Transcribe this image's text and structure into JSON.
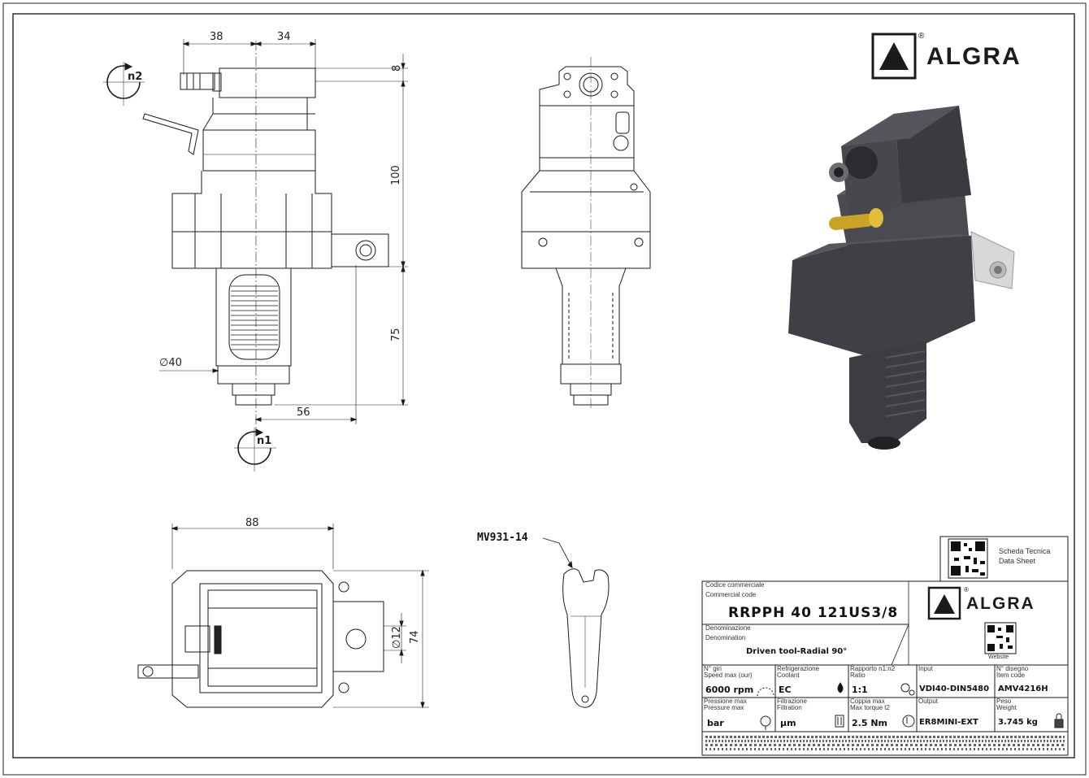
{
  "brand": {
    "name": "ALGRA",
    "registered": "®"
  },
  "dimensions": {
    "d38": "38",
    "d34": "34",
    "d8": "8",
    "d100": "100",
    "d75": "75",
    "d40": "∅40",
    "d56": "56",
    "d88": "88",
    "d12": "∅12",
    "d74": "74"
  },
  "rotation": {
    "n1": "n1",
    "n2": "n2"
  },
  "wrench": {
    "label": "MV931-14"
  },
  "datasheet": {
    "line1": "Scheda Tecnica",
    "line2": "Data Sheet"
  },
  "website": {
    "label": "Website"
  },
  "title_block": {
    "commercial_code_label_it": "Codice commerciale",
    "commercial_code_label_en": "Commercial code",
    "commercial_code": "RRPPH 40 121US3/8",
    "denomination_label_it": "Denominazione",
    "denomination_label_en": "Denomination",
    "denomination": "Driven tool-Radial 90°",
    "cells": [
      {
        "label_it": "N° giri",
        "label_en": "Speed max (our)",
        "value": "6000 rpm",
        "icon": "speed-gauge-icon"
      },
      {
        "label_it": "Refrigerazione",
        "label_en": "Coolant",
        "value": "EC",
        "icon": "coolant-drop-icon"
      },
      {
        "label_it": "Rapporto n1:n2",
        "label_en": "Ratio",
        "value": "1:1",
        "icon": "gears-icon"
      },
      {
        "label_it": "Input",
        "label_en": "",
        "value": "VDI40-DIN5480",
        "icon": ""
      },
      {
        "label_it": "N° disegno",
        "label_en": "Item code",
        "value": "AMV4216H",
        "icon": ""
      },
      {
        "label_it": "Pressione max",
        "label_en": "Pressure max",
        "value": "bar",
        "icon": "pressure-gauge-icon"
      },
      {
        "label_it": "Filtrazione",
        "label_en": "Filtration",
        "value": "µm",
        "icon": "filter-icon"
      },
      {
        "label_it": "Coppia max",
        "label_en": "Max torque t2",
        "value": "2.5 Nm",
        "icon": "torque-icon"
      },
      {
        "label_it": "Output",
        "label_en": "",
        "value": "ER8MINI-EXT",
        "icon": ""
      },
      {
        "label_it": "Peso",
        "label_en": "Weight",
        "value": "3.745 kg",
        "icon": "weight-lock-icon"
      }
    ]
  },
  "colors": {
    "line": "#1a1a1a",
    "brand_triangle": "#1b1b1b",
    "render_body": "#3d3e42",
    "render_brass": "#c9a227"
  }
}
